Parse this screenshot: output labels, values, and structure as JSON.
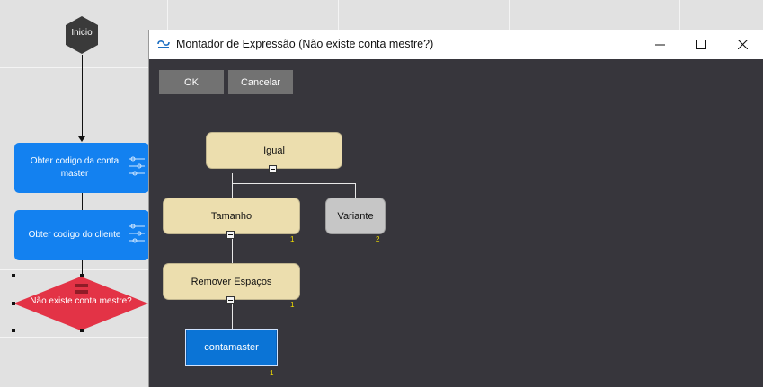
{
  "canvas": {
    "start_node": "Inicio",
    "tasks": [
      {
        "label": "Obter codigo da conta master"
      },
      {
        "label": "Obter codigo do cliente"
      }
    ],
    "decision": {
      "label": "Não existe conta mestre?"
    },
    "colors": {
      "task": "#1381f0",
      "decision": "#e33346",
      "start": "#3a3a3a"
    }
  },
  "dialog": {
    "title": "Montador de Expressão (Não existe conta mestre?)",
    "buttons": {
      "ok": "OK",
      "cancel": "Cancelar"
    },
    "window_controls": {
      "minimize": "minimize-icon",
      "maximize": "maximize-icon",
      "close": "close-icon"
    },
    "tree": {
      "root": "Igual",
      "child_a": {
        "label": "Tamanho",
        "index": "1"
      },
      "child_b": {
        "label": "Variante",
        "index": "2"
      },
      "grandchild": {
        "label": "Remover Espaços",
        "index": "1"
      },
      "leaf": {
        "label": "contamaster",
        "index": "1"
      }
    }
  }
}
